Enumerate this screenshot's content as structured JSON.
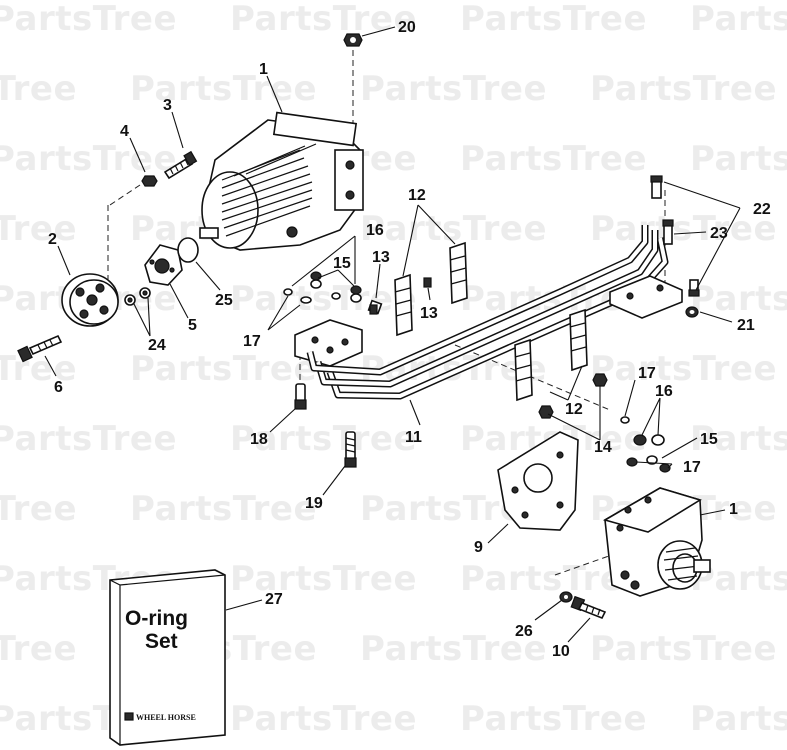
{
  "watermark": "PartsTree",
  "callouts": {
    "c1a": "1",
    "c1b": "1",
    "c2": "2",
    "c3": "3",
    "c4": "4",
    "c5": "5",
    "c6": "6",
    "c9": "9",
    "c10": "10",
    "c11": "11",
    "c12a": "12",
    "c12b": "12",
    "c13a": "13",
    "c13b": "13",
    "c14": "14",
    "c15a": "15",
    "c15b": "15",
    "c16a": "16",
    "c16b": "16",
    "c17a": "17",
    "c17b": "17",
    "c17c": "17",
    "c18": "18",
    "c19": "19",
    "c20": "20",
    "c21": "21",
    "c22": "22",
    "c23": "23",
    "c24": "24",
    "c25": "25",
    "c26": "26",
    "c27": "27"
  },
  "oring_box": {
    "title_line1": "O-ring",
    "title_line2": "Set",
    "brand": "WHEEL HORSE"
  }
}
